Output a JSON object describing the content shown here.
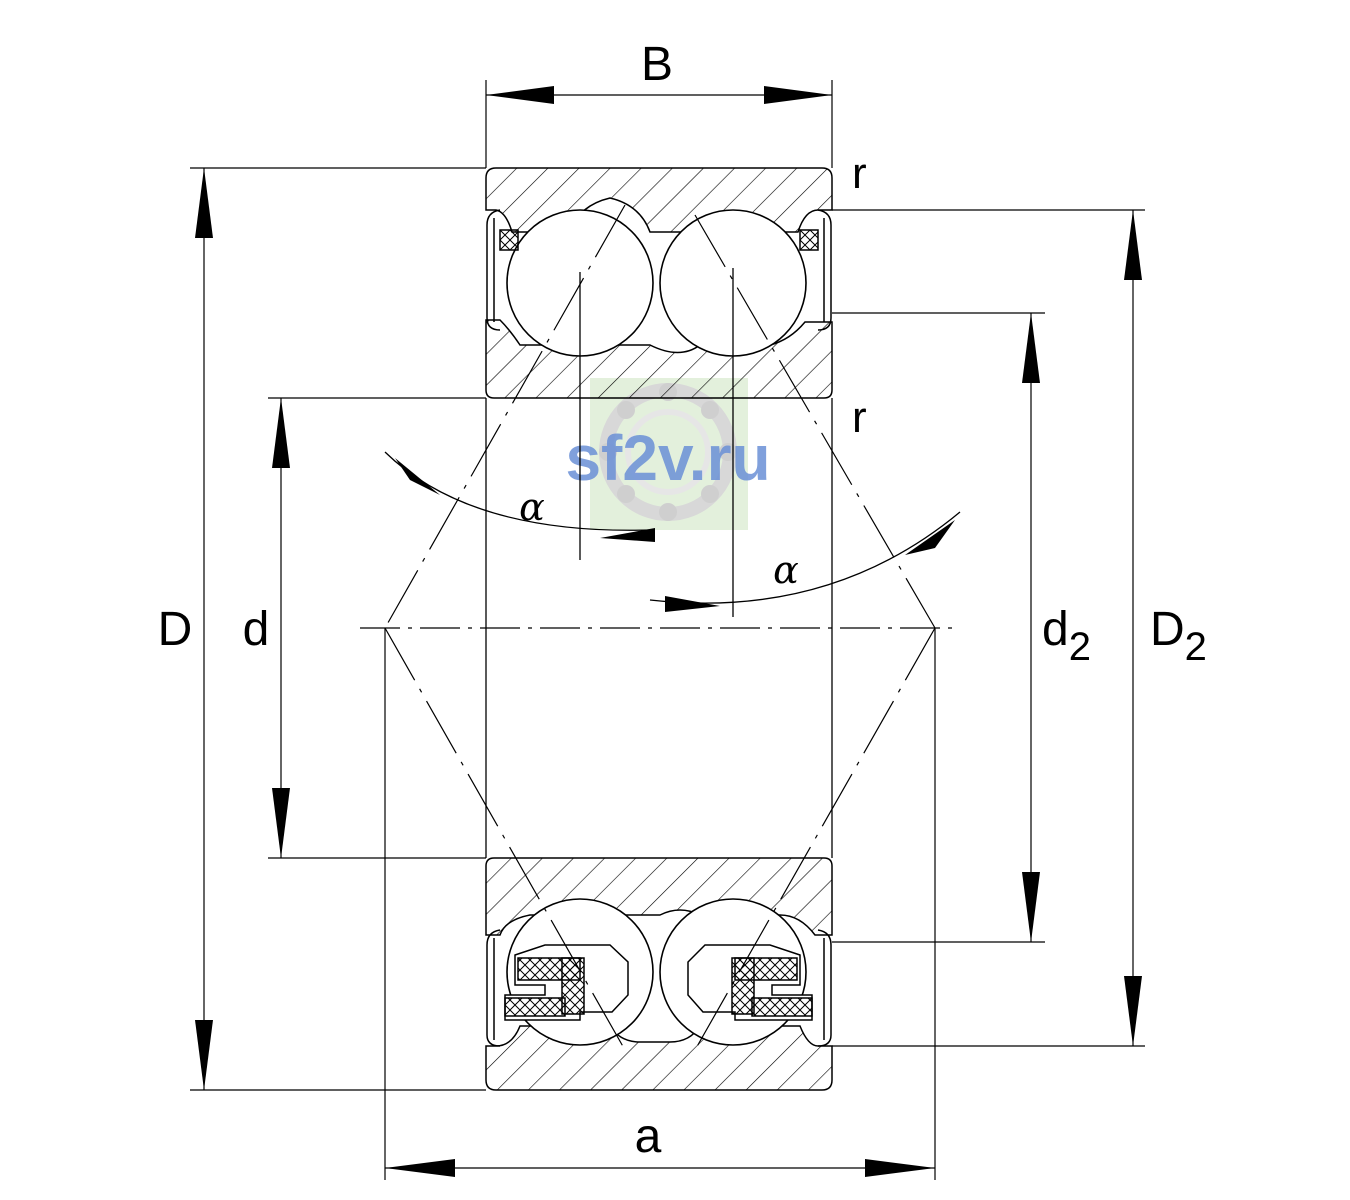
{
  "diagram": {
    "dimension_labels": {
      "width": "B",
      "outer_diameter": "D",
      "bore_diameter": "d",
      "shoulder_inner": "d",
      "shoulder_inner_sub": "2",
      "shoulder_outer": "D",
      "shoulder_outer_sub": "2",
      "pressure_center": "a",
      "radius_top": "r",
      "radius_bore": "r",
      "contact_angle_left": "α",
      "contact_angle_right": "α"
    },
    "watermark": {
      "text": "sf2v.ru",
      "text_color": "#6a8fd6",
      "bg_color": "#e3f0dc"
    }
  }
}
